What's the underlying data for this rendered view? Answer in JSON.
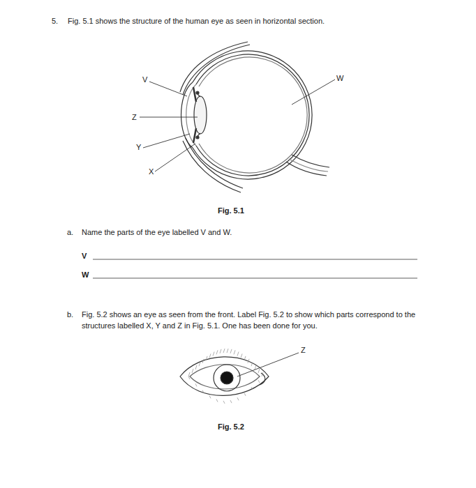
{
  "diagram": {
    "labels": [
      "5.",
      "Fig. 5.1 shows the structure of the human eye as seen in horizontal section.",
      "V",
      "W",
      "Z",
      "Y",
      "X",
      "Fig. 5.1",
      "a.",
      "Name the parts of the eye labelled V and W.",
      "V",
      "W",
      "b.",
      "Fig. 5.2 shows an eye as seen from the front. Label Fig. 5.2 to show which parts correspond to the structures labelled X, Y and Z in Fig. 5.1. One has been done for you.",
      "Z",
      "Fig. 5.2"
    ]
  }
}
